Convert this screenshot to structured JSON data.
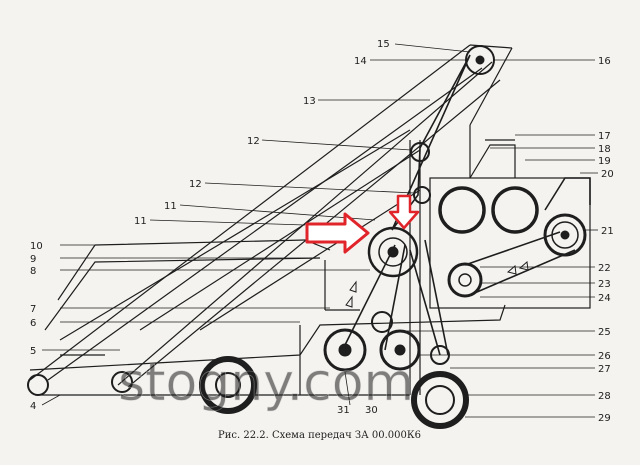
{
  "figure": {
    "caption": "Рис. 22.2. Схема передач ЗА 00.000К6",
    "watermark": "stogny.com"
  },
  "callouts": [
    "15",
    "14",
    "16",
    "13",
    "17",
    "12",
    "18",
    "19",
    "12",
    "20",
    "11",
    "21",
    "11",
    "10",
    "9",
    "8",
    "22",
    "23",
    "24",
    "7",
    "6",
    "25",
    "5",
    "26",
    "27",
    "4",
    "28",
    "31",
    "30",
    "29"
  ],
  "colors": {
    "ink": "#1e1e1e",
    "paper": "#f4f3ef",
    "arrow": "#e0242a"
  },
  "icons": [
    "red-arrow-right-icon",
    "red-arrow-down-icon"
  ]
}
